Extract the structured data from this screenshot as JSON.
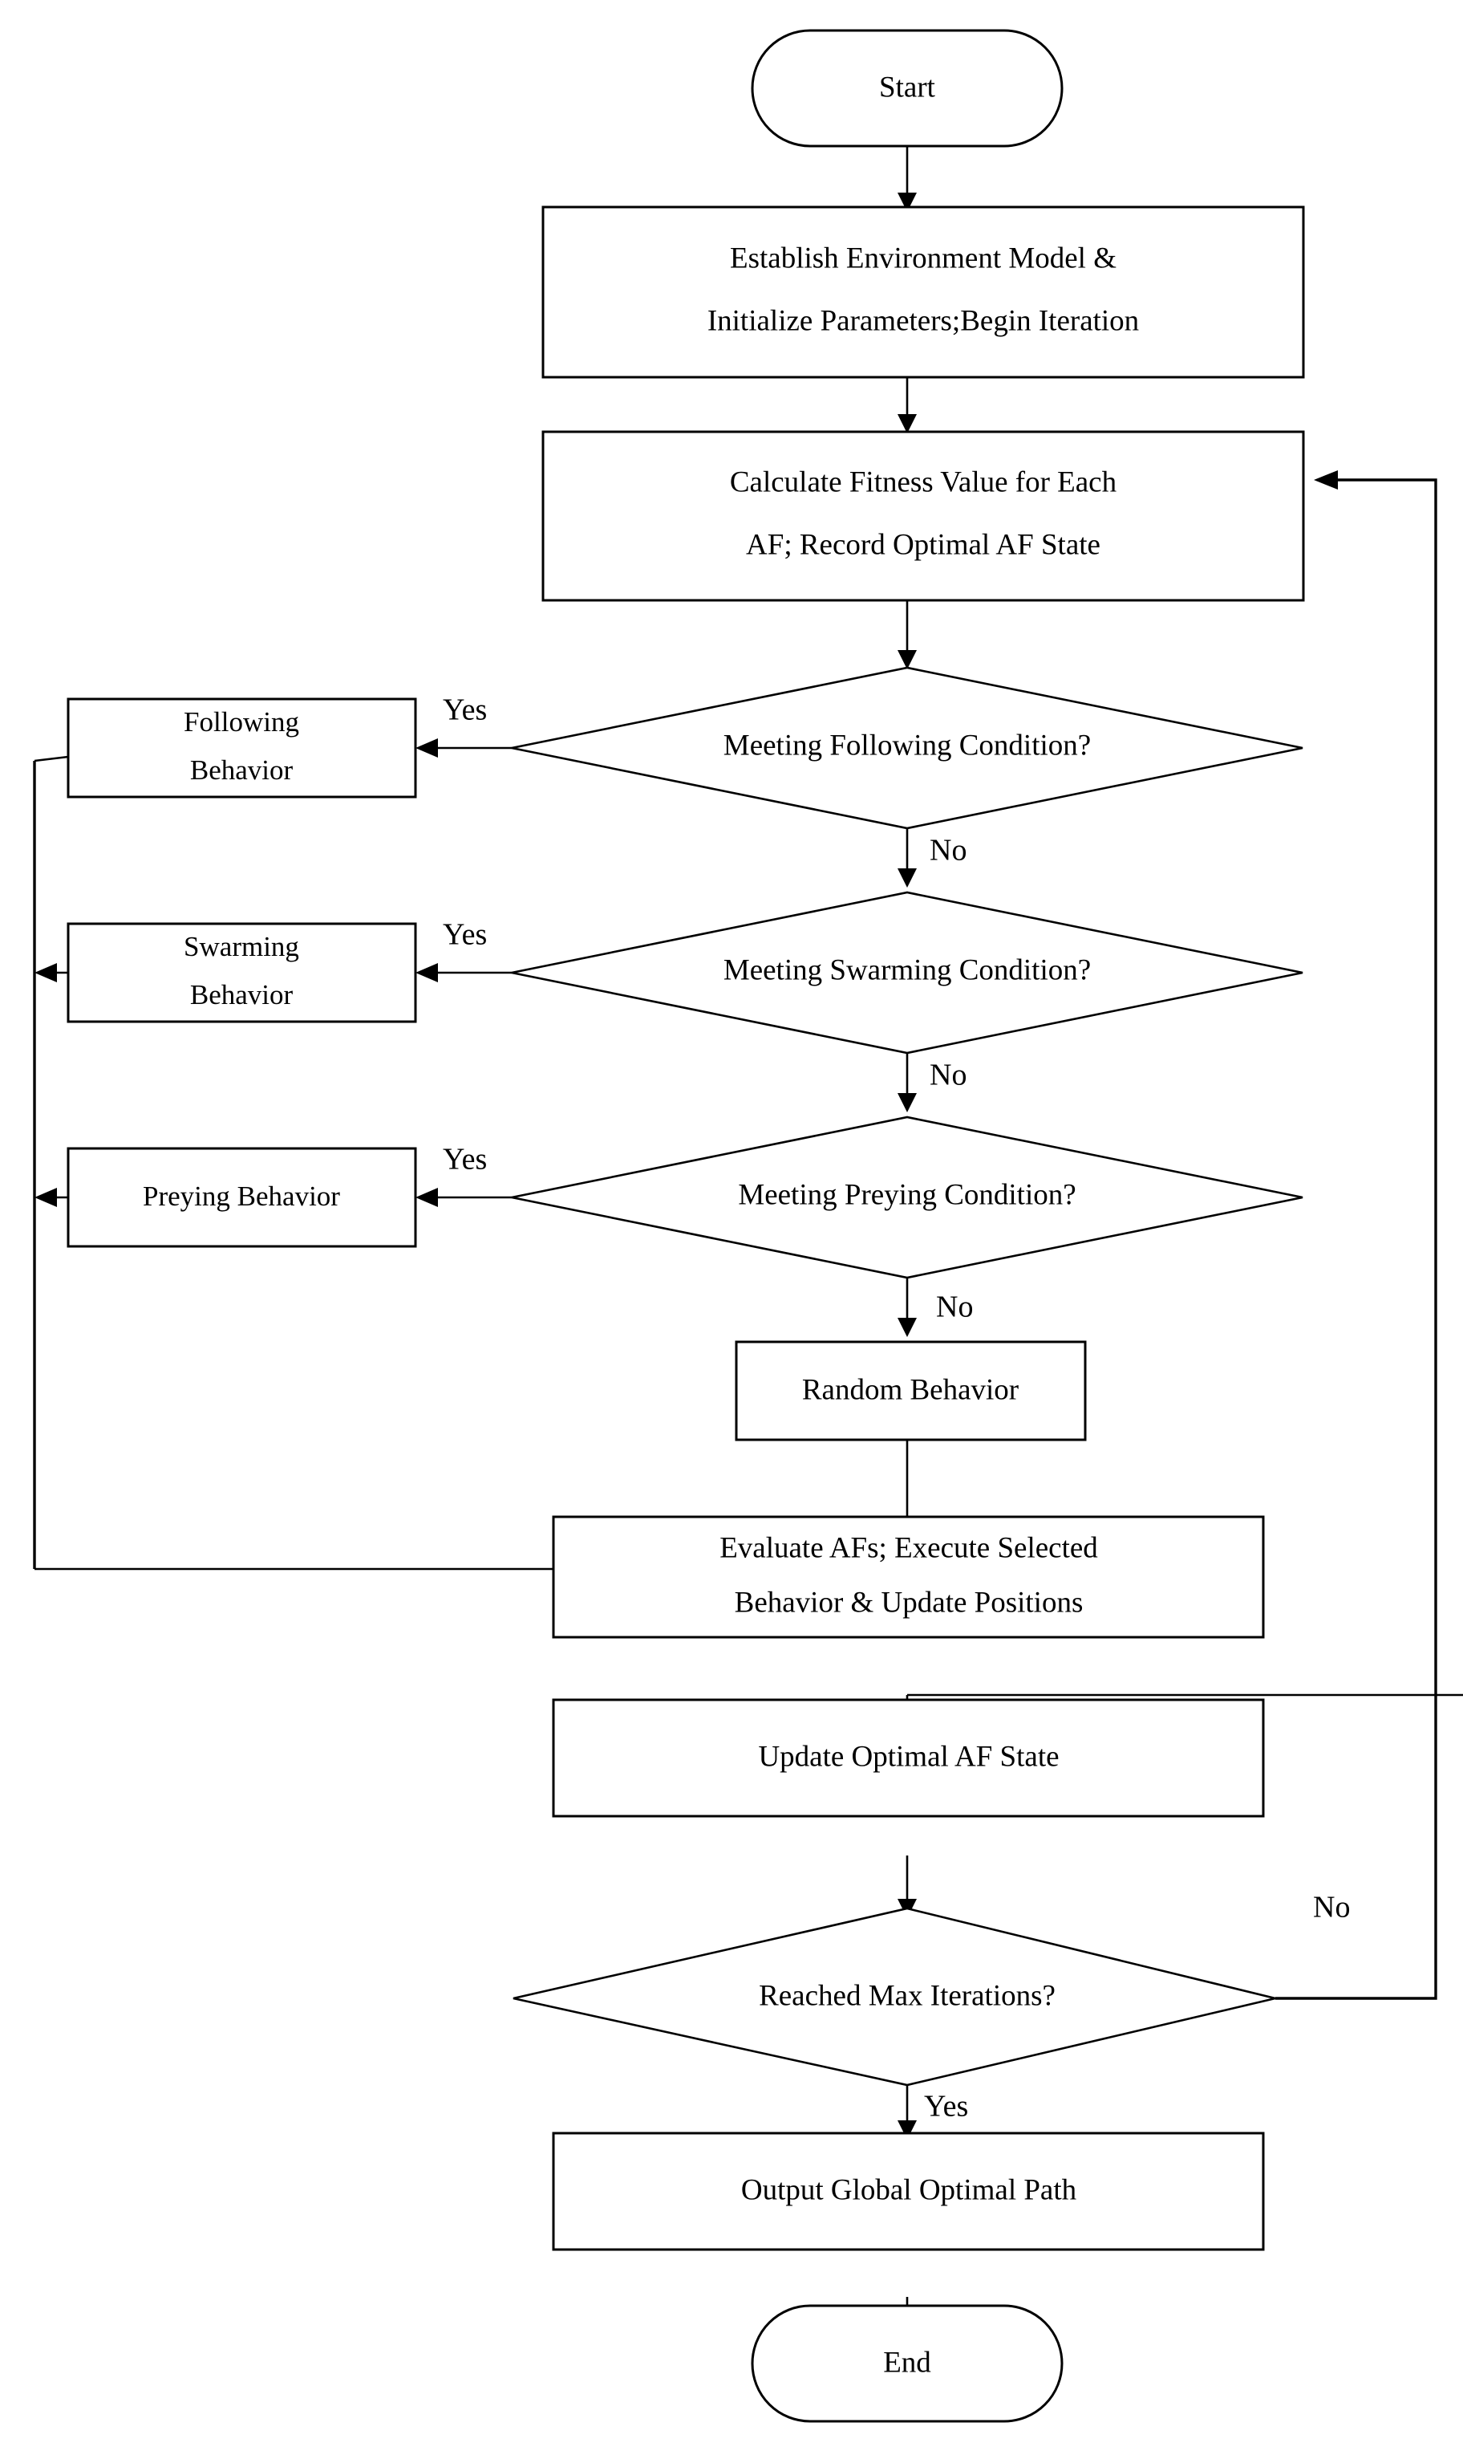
{
  "diagram": {
    "title": "Artificial Fish Swarm Algorithm Path Planning Flowchart",
    "type": "flowchart",
    "background_color": "#ffffff",
    "line_color": "#000000",
    "text_color": "#000000"
  },
  "nodes": {
    "start": {
      "id": "start",
      "shape": "stadium",
      "label": "Start"
    },
    "init": {
      "id": "init",
      "shape": "process",
      "label_line1": "Establish Environment Model &",
      "label_line2": "Initialize Parameters;Begin Iteration"
    },
    "fitness": {
      "id": "fitness",
      "shape": "process",
      "label_line1": "Calculate Fitness Value for Each",
      "label_line2": "AF; Record Optimal AF State"
    },
    "following_cond": {
      "id": "following_cond",
      "shape": "decision",
      "label": "Meeting Following Condition?"
    },
    "following_behavior": {
      "id": "following_behavior",
      "shape": "process",
      "label_line1": "Following",
      "label_line2": "Behavior"
    },
    "swarming_cond": {
      "id": "swarming_cond",
      "shape": "decision",
      "label": "Meeting Swarming Condition?"
    },
    "swarming_behavior": {
      "id": "swarming_behavior",
      "shape": "process",
      "label_line1": "Swarming",
      "label_line2": "Behavior"
    },
    "preying_cond": {
      "id": "preying_cond",
      "shape": "decision",
      "label": "Meeting Preying Condition?"
    },
    "preying_behavior": {
      "id": "preying_behavior",
      "shape": "process",
      "label": "Preying Behavior"
    },
    "random_behavior": {
      "id": "random_behavior",
      "shape": "process",
      "label": "Random Behavior"
    },
    "evaluate": {
      "id": "evaluate",
      "shape": "process",
      "label_line1": "Evaluate AFs; Execute Selected",
      "label_line2": "Behavior & Update Positions"
    },
    "update_optimal": {
      "id": "update_optimal",
      "shape": "process",
      "label": "Update Optimal AF State"
    },
    "max_iter": {
      "id": "max_iter",
      "shape": "decision",
      "label": "Reached Max Iterations?"
    },
    "output_path": {
      "id": "output_path",
      "shape": "process",
      "label": "Output Global Optimal Path"
    },
    "end": {
      "id": "end",
      "shape": "stadium",
      "label": "End"
    }
  },
  "edge_labels": {
    "following_yes": "Yes",
    "following_no": "No",
    "swarming_yes": "Yes",
    "swarming_no": "No",
    "preying_yes": "Yes",
    "preying_no": "No",
    "max_iter_no": "No",
    "max_iter_yes": "Yes"
  },
  "edges": [
    {
      "from": "start",
      "to": "init",
      "label": ""
    },
    {
      "from": "init",
      "to": "fitness",
      "label": ""
    },
    {
      "from": "fitness",
      "to": "following_cond",
      "label": ""
    },
    {
      "from": "following_cond",
      "to": "following_behavior",
      "label": "Yes"
    },
    {
      "from": "following_cond",
      "to": "swarming_cond",
      "label": "No"
    },
    {
      "from": "swarming_cond",
      "to": "swarming_behavior",
      "label": "Yes"
    },
    {
      "from": "swarming_cond",
      "to": "preying_cond",
      "label": "No"
    },
    {
      "from": "preying_cond",
      "to": "preying_behavior",
      "label": "Yes"
    },
    {
      "from": "preying_cond",
      "to": "random_behavior",
      "label": "No"
    },
    {
      "from": "following_behavior",
      "to": "evaluate",
      "label": ""
    },
    {
      "from": "swarming_behavior",
      "to": "evaluate",
      "label": ""
    },
    {
      "from": "preying_behavior",
      "to": "evaluate",
      "label": ""
    },
    {
      "from": "random_behavior",
      "to": "evaluate",
      "label": ""
    },
    {
      "from": "evaluate",
      "to": "update_optimal",
      "label": ""
    },
    {
      "from": "update_optimal",
      "to": "max_iter",
      "label": ""
    },
    {
      "from": "max_iter",
      "to": "fitness",
      "label": "No"
    },
    {
      "from": "max_iter",
      "to": "output_path",
      "label": "Yes"
    },
    {
      "from": "output_path",
      "to": "end",
      "label": ""
    }
  ]
}
